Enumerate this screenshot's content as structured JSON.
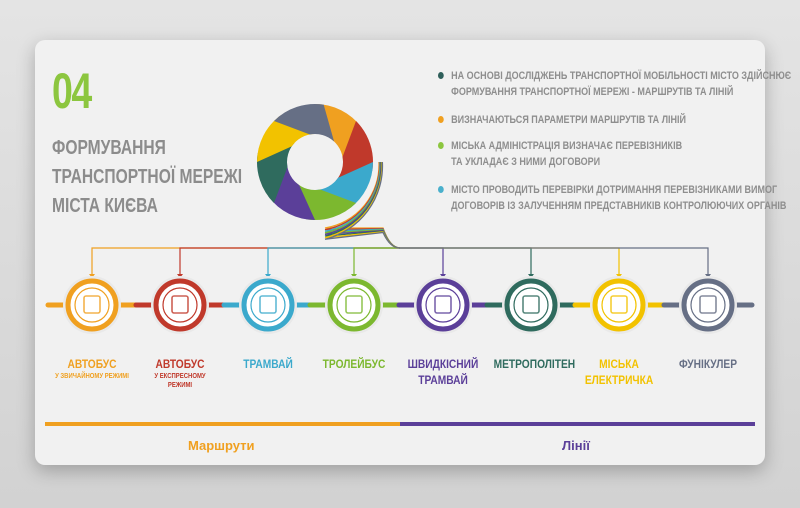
{
  "section_number": "04",
  "title_lines": [
    "ФОРМУВАННЯ",
    "ТРАНСПОРТНОЇ МЕРЕЖІ",
    "МІСТА КИЄВА"
  ],
  "bullets": [
    {
      "lines": [
        "НА ОСНОВІ ДОСЛІДЖЕНЬ ТРАНСПОРТНОЇ МОБІЛЬНОСТІ МІСТО ЗДІЙСНЮЄ",
        "ФОРМУВАННЯ ТРАНСПОРТНОЇ МЕРЕЖІ - МАРШРУТІВ ТА ЛІНІЙ"
      ],
      "color": "#2f5f5a"
    },
    {
      "lines": [
        "ВИЗНАЧАЮТЬСЯ ПАРАМЕТРИ МАРШРУТІВ ТА ЛІНІЙ"
      ],
      "color": "#f0a020"
    },
    {
      "lines": [
        "МІСЬКА АДМІНІСТРАЦІЯ ВИЗНАЧАЄ ПЕРЕВІЗНИКІВ",
        "ТА УКЛАДАЄ З НИМИ ДОГОВОРИ"
      ],
      "color": "#8cc63f"
    },
    {
      "lines": [
        "МІСТО ПРОВОДИТЬ ПЕРЕВІРКИ ДОТРИМАННЯ ПЕРЕВІЗНИКАМИ ВИМОГ",
        "ДОГОВОРІВ ІЗ ЗАЛУЧЕННЯМ ПРЕДСТАВНИКІВ КОНТРОЛЮЮЧИХ ОРГАНІВ"
      ],
      "color": "#4ab0cc"
    }
  ],
  "modes": [
    {
      "name": "АВТОБУС",
      "sub": "У ЗВИЧАЙНОМУ РЕЖИМІ",
      "icon": "bus-icon",
      "color": "#f0a020"
    },
    {
      "name": "АВТОБУС",
      "sub": "У ЕКСПРЕСНОМУ РЕЖИМІ",
      "icon": "express-bus-icon",
      "color": "#c0392b"
    },
    {
      "name": "ТРАМВАЙ",
      "sub": "",
      "icon": "tram-icon",
      "color": "#3ba9cc"
    },
    {
      "name": "ТРОЛЕЙБУС",
      "sub": "",
      "icon": "trolleybus-icon",
      "color": "#7cb82f"
    },
    {
      "name": "ШВИДКІСНИЙ ТРАМВАЙ",
      "sub": "",
      "icon": "light-rail-icon",
      "color": "#5b3f99"
    },
    {
      "name": "МЕТРОПОЛІТЕН",
      "sub": "",
      "icon": "metro-icon",
      "color": "#2f6b5e"
    },
    {
      "name": "МІСЬКА ЕЛЕКТРИЧКА",
      "sub": "",
      "icon": "city-train-icon",
      "color": "#f2c200"
    },
    {
      "name": "ФУНІКУЛЕР",
      "sub": "",
      "icon": "funicular-icon",
      "color": "#666f85"
    }
  ],
  "footer": {
    "routes": "Маршрути",
    "lines": "Лінії",
    "routes_color": "#f0a020",
    "lines_color": "#5b3f99"
  }
}
